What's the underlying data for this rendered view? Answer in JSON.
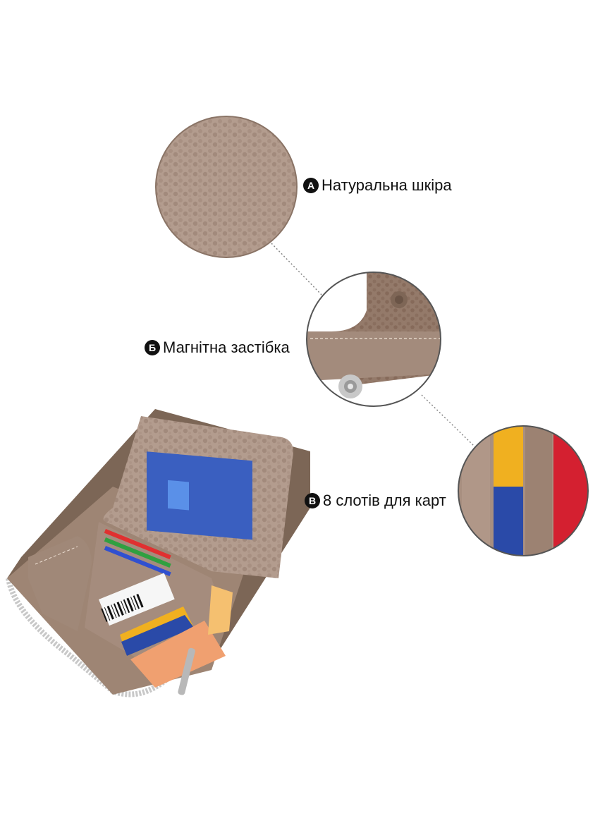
{
  "callouts": [
    {
      "badge": "А",
      "text": "Натуральна шкіра"
    },
    {
      "badge": "Б",
      "text": "Магнітна застібка"
    },
    {
      "badge": "В",
      "text": "8 слотів для карт"
    }
  ],
  "colors": {
    "leather": "#a08878",
    "leather_dark": "#8a7060",
    "background": "#ffffff",
    "text": "#111111",
    "card_blue": "#2a4aa8",
    "card_red": "#d42030",
    "card_yellow": "#f0b020"
  },
  "icons": [
    "letter-badge-a-icon",
    "letter-badge-b-icon",
    "letter-badge-c-icon"
  ]
}
